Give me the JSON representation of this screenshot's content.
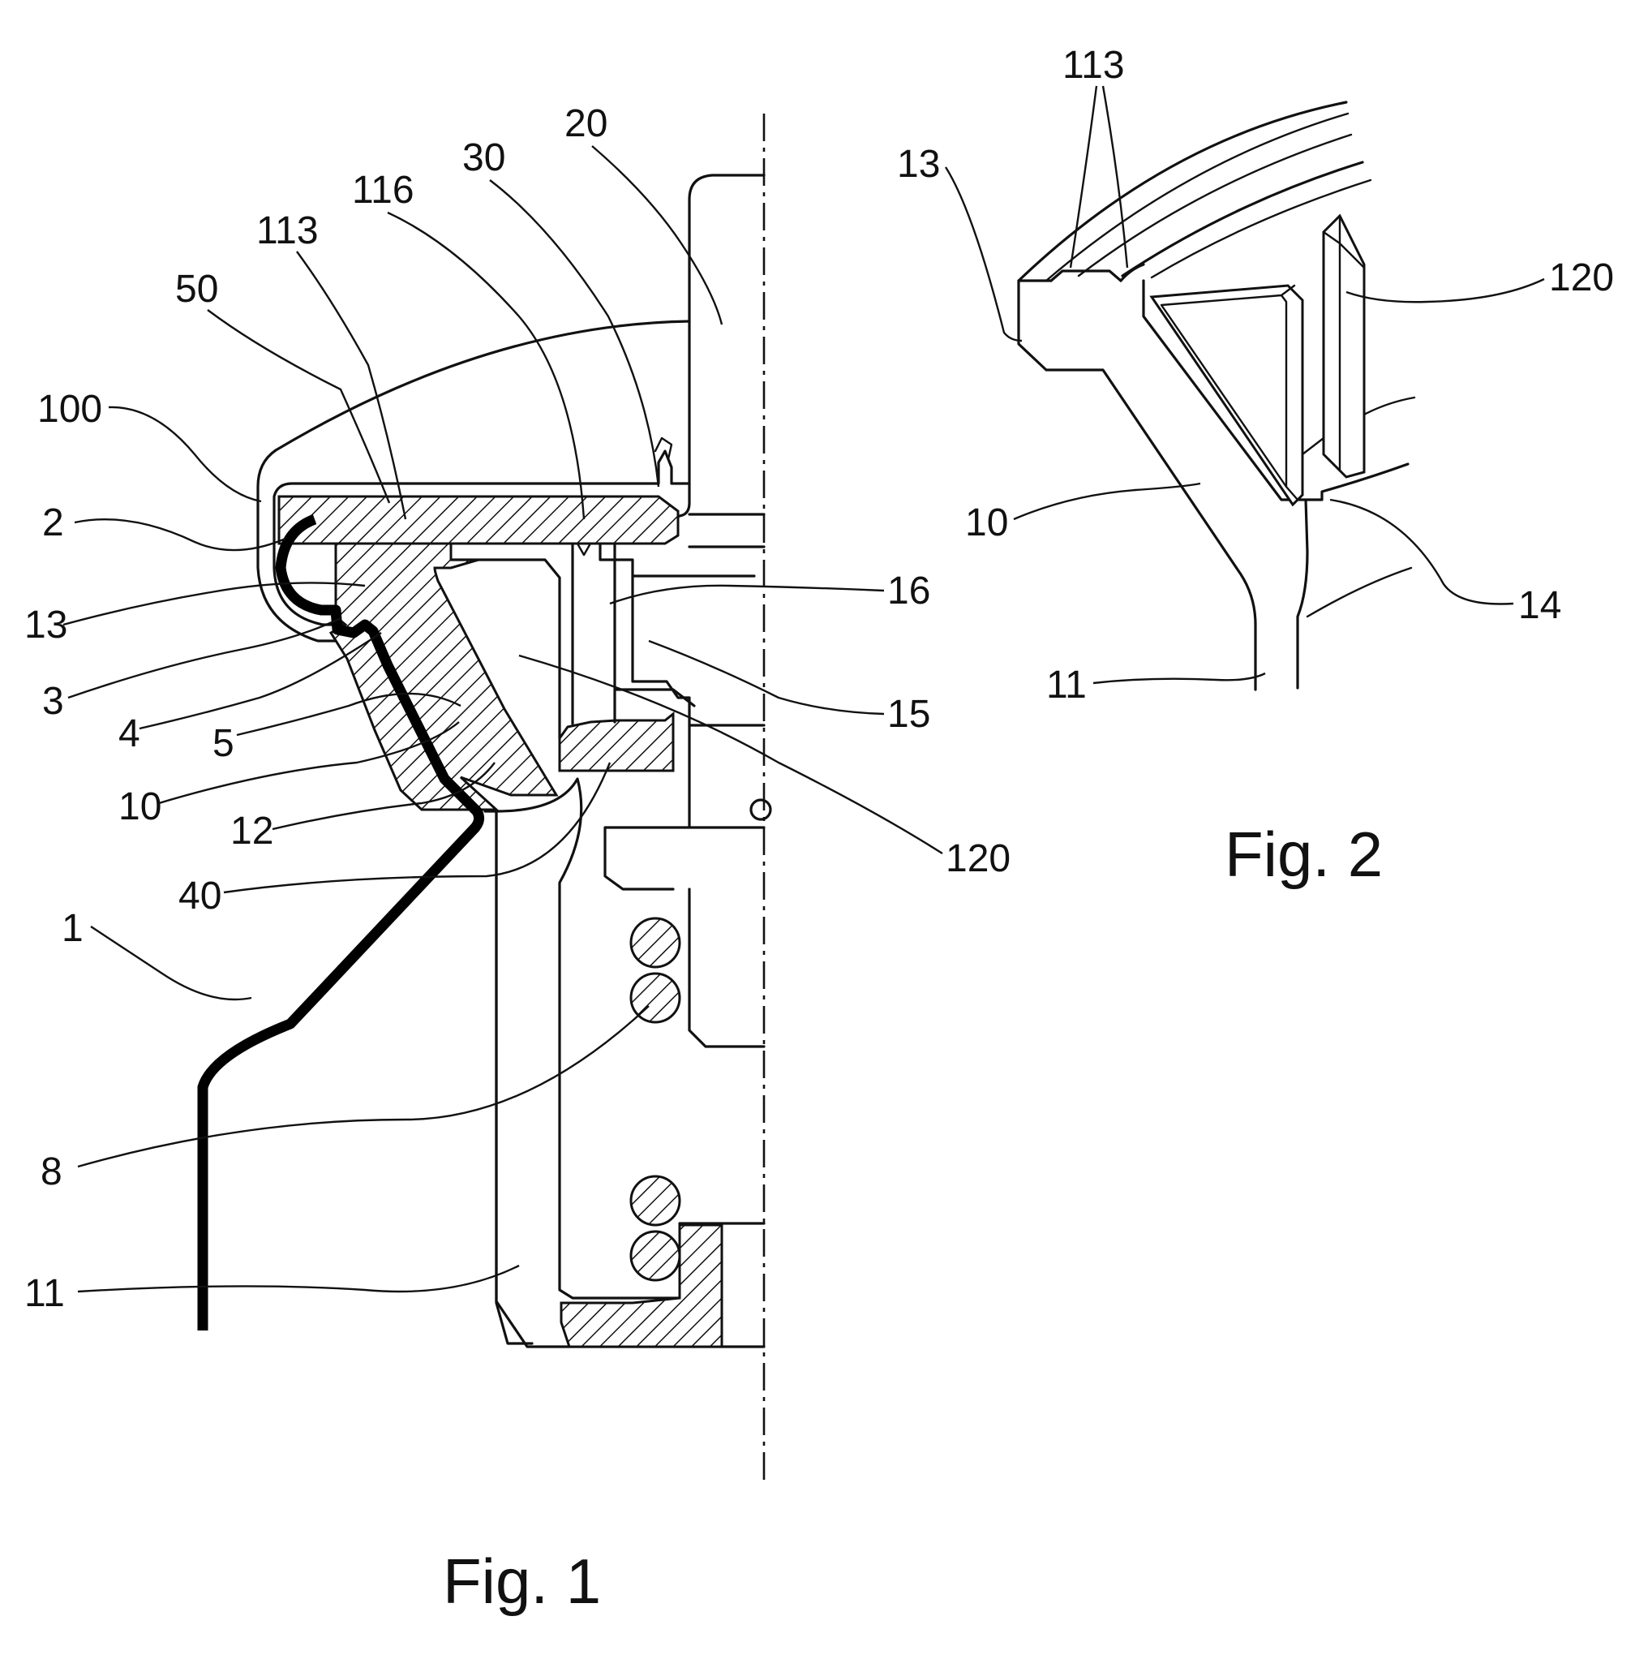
{
  "figure_1": {
    "caption": "Fig. 1",
    "labels": [
      "100",
      "2",
      "13",
      "3",
      "4",
      "5",
      "10",
      "12",
      "40",
      "1",
      "8",
      "11",
      "50",
      "113",
      "116",
      "30",
      "20",
      "16",
      "15",
      "120"
    ]
  },
  "figure_2": {
    "caption": "Fig. 2",
    "labels": [
      "113",
      "13",
      "120",
      "10",
      "14",
      "11"
    ]
  }
}
